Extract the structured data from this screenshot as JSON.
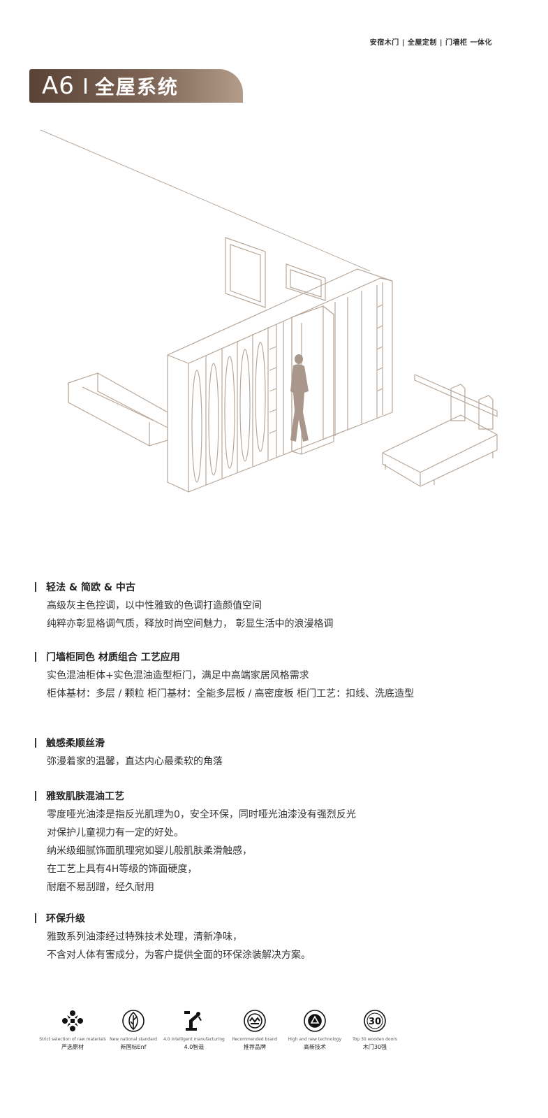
{
  "brand_line": "安宿木门 | 全屋定制 | 门墙柜 一体化",
  "badge": {
    "code": "A6",
    "title": "全屋系统"
  },
  "sections": [
    {
      "heading": "轻法 & 简欧 & 中古",
      "lines": [
        "高级灰主色控调，以中性雅致的色调打造颜值空间",
        "纯粹亦彰显格调气质，释放时尚空间魅力， 彰显生活中的浪漫格调"
      ]
    },
    {
      "heading": "门墙柜同色 材质组合 工艺应用",
      "lines": [
        "实色混油柜体+实色混油造型柜门，满足中高端家居风格需求",
        "柜体基材：多层 / 颗粒   柜门基材：全能多层板 / 高密度板   柜门工艺：扣线、洗底造型"
      ]
    },
    {
      "heading": "触感柔顺丝滑",
      "lines": [
        "弥漫着家的温馨，直达内心最柔软的角落"
      ]
    },
    {
      "heading": "雅致肌肤混油工艺",
      "lines": [
        "零度哑光油漆是指反光肌理为0，安全环保，同时哑光油漆没有强烈反光",
        "对保护儿童视力有一定的好处。",
        "纳米级细腻饰面肌理宛如婴儿般肌肤柔滑触感，",
        "在工艺上具有4H等级的饰面硬度，",
        "耐磨不易刮蹭，经久耐用"
      ]
    },
    {
      "heading": "环保升级",
      "lines": [
        "雅致系列油漆经过特殊技术处理，清新净味，",
        "不含对人体有害成分，为客户提供全面的环保涂装解决方案。"
      ]
    }
  ],
  "features": [
    {
      "icon": "raw-materials-icon",
      "en": "Strict selection of raw materials",
      "cn": "严选原材"
    },
    {
      "icon": "leaf-icon",
      "en": "New national standard",
      "cn": "新国标Enf"
    },
    {
      "icon": "robot-arm-icon",
      "en": "4.0 Intelligent manufacturing",
      "cn": "4.0智造"
    },
    {
      "icon": "brand-seal-icon",
      "en": "Recommended brand",
      "cn": "推荐品牌"
    },
    {
      "icon": "tech-icon",
      "en": "High and new technology",
      "cn": "高新技术"
    },
    {
      "icon": "top30-icon",
      "icon_text": "30",
      "en": "Top 30 wooden doors",
      "cn": "木门30强"
    }
  ]
}
